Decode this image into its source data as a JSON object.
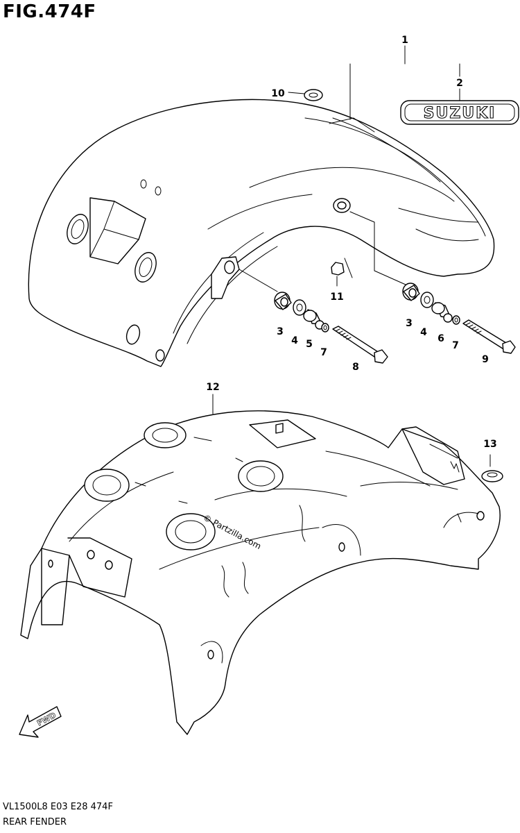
{
  "figure_title": "FIG.474F",
  "footer": {
    "model_code": "VL1500L8  E03  E28  474F",
    "diagram_name": "REAR FENDER"
  },
  "emblem_text": "SUZUKI",
  "watermark": "© Partzilla.com",
  "direction_label": "FWD",
  "callouts": [
    "1",
    "2",
    "3",
    "4",
    "5",
    "7",
    "8",
    "3",
    "4",
    "6",
    "7",
    "9",
    "10",
    "11",
    "12",
    "13"
  ]
}
